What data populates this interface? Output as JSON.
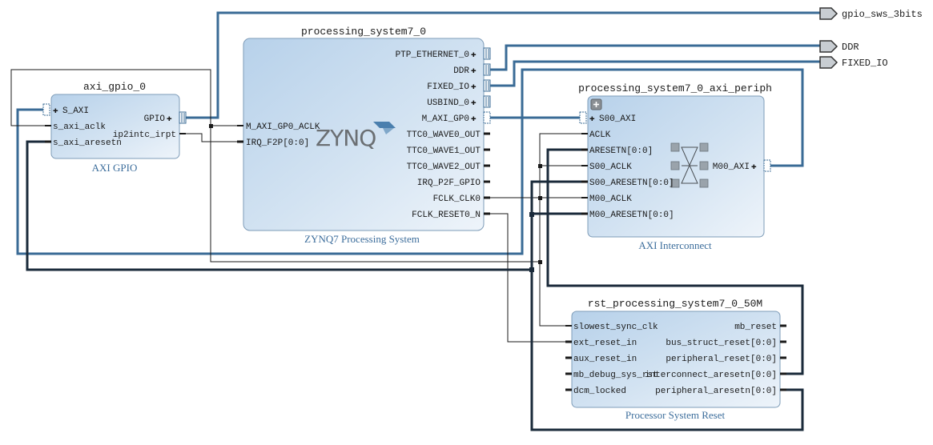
{
  "colors": {
    "bus": "#3a6b96",
    "wire": "#1a1a1a",
    "block_fill": "#c7dbee",
    "block_stroke": "#7e9cb8",
    "subtitle": "#3d6e9c"
  },
  "external_ports": [
    {
      "id": "port-gpio",
      "label": "gpio_sws_3bits"
    },
    {
      "id": "port-ddr",
      "label": "DDR"
    },
    {
      "id": "port-fixed",
      "label": "FIXED_IO"
    }
  ],
  "blocks": {
    "axi_gpio": {
      "title": "axi_gpio_0",
      "subtitle": "AXI GPIO",
      "left_pins": [
        "S_AXI",
        "s_axi_aclk",
        "s_axi_aresetn"
      ],
      "right_pins": [
        "GPIO",
        "ip2intc_irpt"
      ]
    },
    "ps7": {
      "title": "processing_system7_0",
      "subtitle": "ZYNQ7 Processing System",
      "logo": "ZYNQ",
      "left_pins": [
        "M_AXI_GP0_ACLK",
        "IRQ_F2P[0:0]"
      ],
      "right_pins": [
        "PTP_ETHERNET_0",
        "DDR",
        "FIXED_IO",
        "USBIND_0",
        "M_AXI_GP0",
        "TTC0_WAVE0_OUT",
        "TTC0_WAVE1_OUT",
        "TTC0_WAVE2_OUT",
        "IRQ_P2F_GPIO",
        "FCLK_CLK0",
        "FCLK_RESET0_N"
      ]
    },
    "interconnect": {
      "title": "processing_system7_0_axi_periph",
      "subtitle": "AXI Interconnect",
      "left_pins": [
        "S00_AXI",
        "ACLK",
        "ARESETN[0:0]",
        "S00_ACLK",
        "S00_ARESETN[0:0]",
        "M00_ACLK",
        "M00_ARESETN[0:0]"
      ],
      "right_pins": [
        "M00_AXI"
      ]
    },
    "rst": {
      "title": "rst_processing_system7_0_50M",
      "subtitle": "Processor System Reset",
      "left_pins": [
        "slowest_sync_clk",
        "ext_reset_in",
        "aux_reset_in",
        "mb_debug_sys_rst",
        "dcm_locked"
      ],
      "right_pins": [
        "mb_reset",
        "bus_struct_reset[0:0]",
        "peripheral_reset[0:0]",
        "interconnect_aresetn[0:0]",
        "peripheral_aresetn[0:0]"
      ]
    }
  }
}
